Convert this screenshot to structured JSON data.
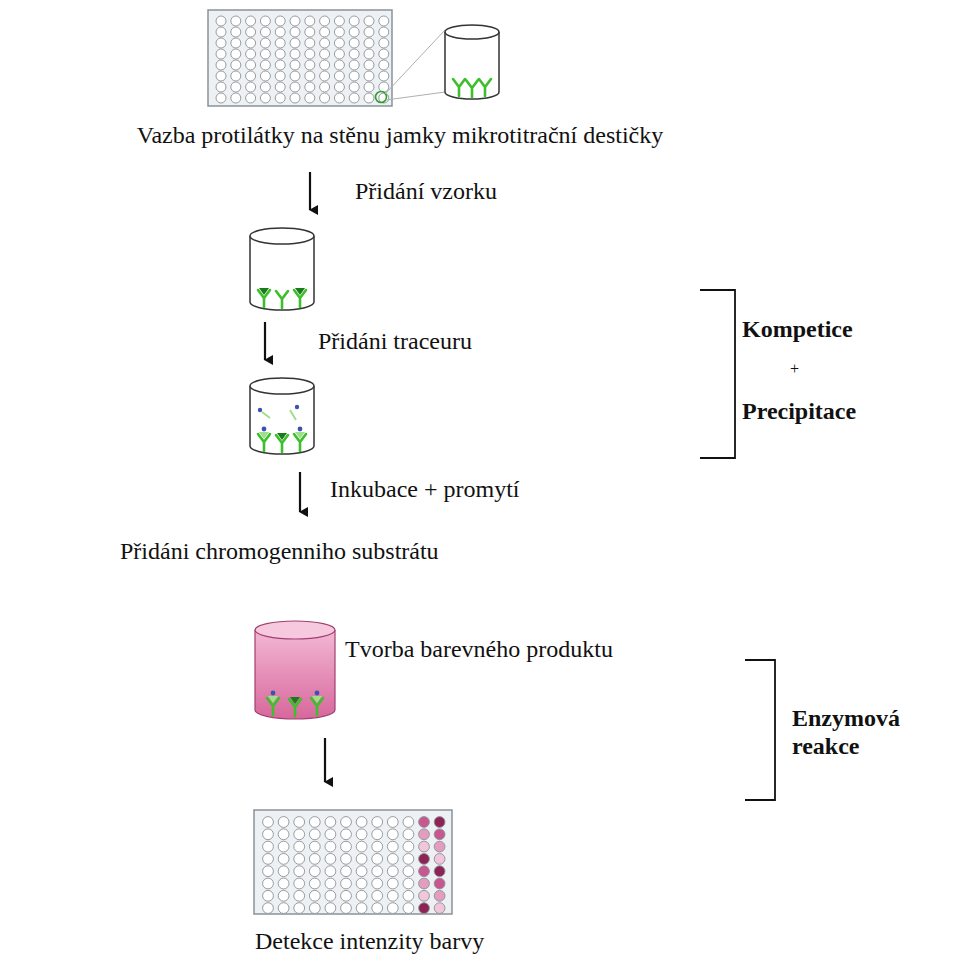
{
  "diagram": {
    "labels": [
      "Vazba protilátky na stěnu jamky mikrotitrační destičky",
      "Přidání vzorku",
      "Přidáni traceuru",
      "Kompetice",
      "+",
      "Precipitace",
      "Inkubace + promytí",
      "Přidáni chromogenniho substrátu",
      "Tvorba barevného produktu",
      "Enzymová reakce",
      "Detekce intenzity barvy"
    ]
  }
}
